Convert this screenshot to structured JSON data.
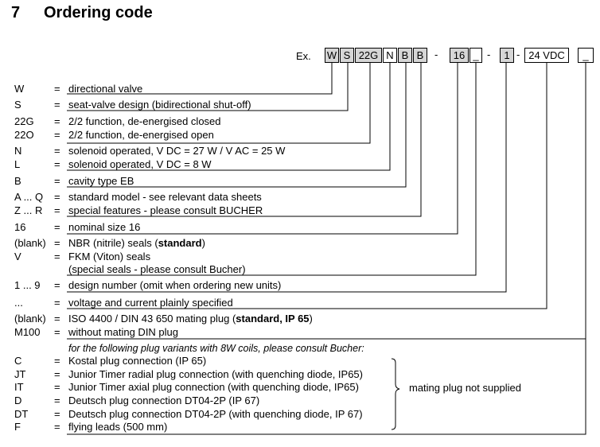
{
  "heading": {
    "number": "7",
    "title": "Ordering code"
  },
  "example": {
    "label": "Ex.",
    "boxes": [
      "W",
      "S",
      "22G",
      "N",
      "B",
      "B",
      "16",
      "_",
      "1",
      "24 VDC",
      "_"
    ],
    "separators": [
      "-",
      "-",
      "-"
    ]
  },
  "rows": [
    {
      "code": "W",
      "eq": "=",
      "desc": "directional valve"
    },
    {
      "code": "S",
      "eq": "=",
      "desc": "seat-valve design (bidirectional shut-off)"
    },
    {
      "code": "22G",
      "eq": "=",
      "desc": "2/2 function, de-energised closed"
    },
    {
      "code": "22O",
      "eq": "=",
      "desc": "2/2 function, de-energised open"
    },
    {
      "code": "N",
      "eq": "=",
      "desc": "solenoid operated, V DC = 27  W  / V AC = 25  W"
    },
    {
      "code": "L",
      "eq": "=",
      "desc": "solenoid operated, V DC = 8  W"
    },
    {
      "code": "B",
      "eq": "=",
      "desc": "cavity type EB"
    },
    {
      "code": "A ... Q",
      "eq": "=",
      "desc": "standard model - see relevant data sheets"
    },
    {
      "code": "Z ... R",
      "eq": "=",
      "desc": "special features - please consult BUCHER"
    },
    {
      "code": "16",
      "eq": "=",
      "desc": "nominal size 16"
    },
    {
      "code": "(blank)",
      "eq": "=",
      "desc_pre": "NBR (nitrile) seals  (",
      "desc_bold": "standard",
      "desc_post": ")"
    },
    {
      "code": "V",
      "eq": "=",
      "desc": "FKM (Viton) seals"
    },
    {
      "code": "",
      "eq": "",
      "desc": "(special seals - please consult Bucher)"
    },
    {
      "code": "1 ... 9",
      "eq": "=",
      "desc": "design number (omit when ordering new units)"
    },
    {
      "code": "...",
      "eq": "=",
      "desc": "voltage and current plainly specified"
    },
    {
      "code": "(blank)",
      "eq": "=",
      "desc_pre": "ISO 4400 / DIN 43 650 mating plug (",
      "desc_bold": "standard, IP 65",
      "desc_post": ")"
    },
    {
      "code": "M100",
      "eq": "=",
      "desc": "without mating DIN plug"
    },
    {
      "code": "",
      "eq": "",
      "desc": "for the following plug variants with 8W coils, please consult Bucher:"
    },
    {
      "code": "C",
      "eq": "=",
      "desc": "Kostal plug connection (IP 65)"
    },
    {
      "code": "JT",
      "eq": "=",
      "desc": "Junior Timer radial plug connection (with quenching diode, IP65)"
    },
    {
      "code": "IT",
      "eq": "=",
      "desc": "Junior Timer axial plug connection (with quenching diode, IP65)"
    },
    {
      "code": "D",
      "eq": "=",
      "desc": "Deutsch plug connection DT04-2P (IP 67)"
    },
    {
      "code": "DT",
      "eq": "=",
      "desc": "Deutsch plug connection DT04-2P (with quenching diode, IP 67)"
    },
    {
      "code": "F",
      "eq": "=",
      "desc": "flying leads (500 mm)"
    }
  ],
  "brace_note": "mating plug not supplied"
}
